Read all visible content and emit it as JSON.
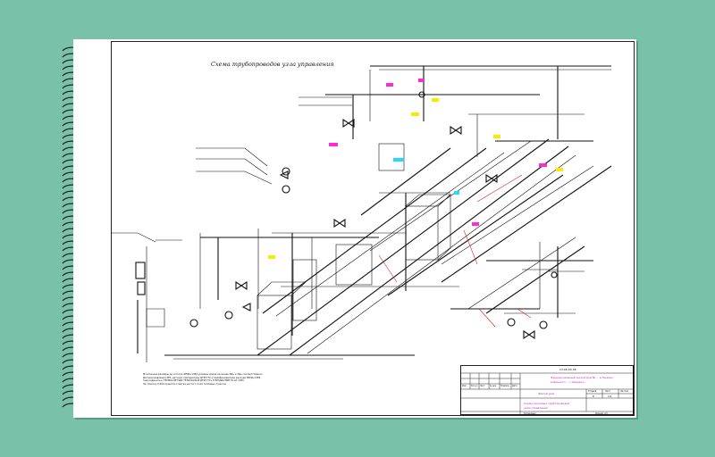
{
  "drawing": {
    "title": "Схема трубопроводов узла управления",
    "notes": [
      "Монтажные размеры до и после ЗРУД+1384 указаны длина не менее 5Дн и 3Дн соответственно.",
      "Датчики давления ЗРУ, датчики температуры ДТКП ТС и преобразователи расхода ЗРУД+1384",
      "подсоединить к ТЭРМОСЧЕТЧИК ТЕЛАСКАУАФ ДТКП ТС+Н ЕРЛАБАЗИМ ТС+Н 1384",
      "За отметку 0.000 принята отметка чистого пола тепловых пунктов"
    ]
  },
  "stamp": {
    "code": "13-06-09-08",
    "org_line1": "Функциональный жилой дом № ... в Нежинс.",
    "org_line2": "районного ... г.Каракол...",
    "sheet_name": "Жилой дом",
    "headers": [
      "Стадия",
      "Лист",
      "Листов"
    ],
    "values": [
      "Р",
      "14",
      ""
    ],
    "desc_line1": "Схема тепловых трубопроводов",
    "desc_line2": "узла управления",
    "bottom_left": "Копировал",
    "bottom_right": "Формат А3",
    "cols": [
      "Изм.",
      "Кол.уч",
      "Лист",
      "№ док.",
      "Подпись",
      "Дата"
    ]
  }
}
